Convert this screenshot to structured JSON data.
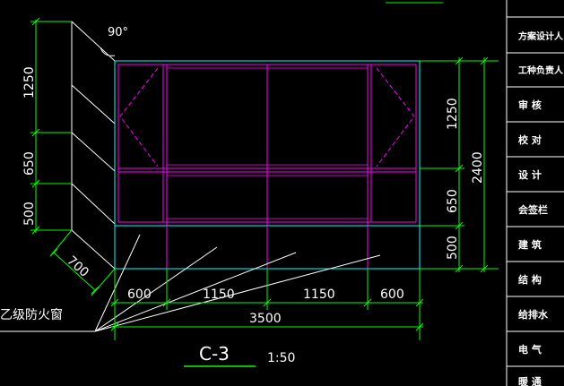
{
  "colors": {
    "background": "#000000",
    "dimension": "#00ff00",
    "window_frame": "#ff00ff",
    "opening": "#00ffff",
    "outline": "#ffffff"
  },
  "angle_label": "90°",
  "left_dims": [
    "1250",
    "650",
    "500"
  ],
  "depth_dim": "700",
  "right_dims": [
    "1250",
    "650",
    "500"
  ],
  "right_total": "2400",
  "bottom_dims": [
    "600",
    "1150",
    "1150",
    "600"
  ],
  "bottom_total": "3500",
  "leader_label": "乙级防火窗",
  "drawing_title": "C-3",
  "scale": "1:50",
  "title_block": [
    "方案设计人",
    "工种负责人",
    "审 核",
    "校 对",
    "设 计",
    "会签栏",
    "建 筑",
    "结 构",
    "给排水",
    "电 气",
    "暖 通"
  ]
}
